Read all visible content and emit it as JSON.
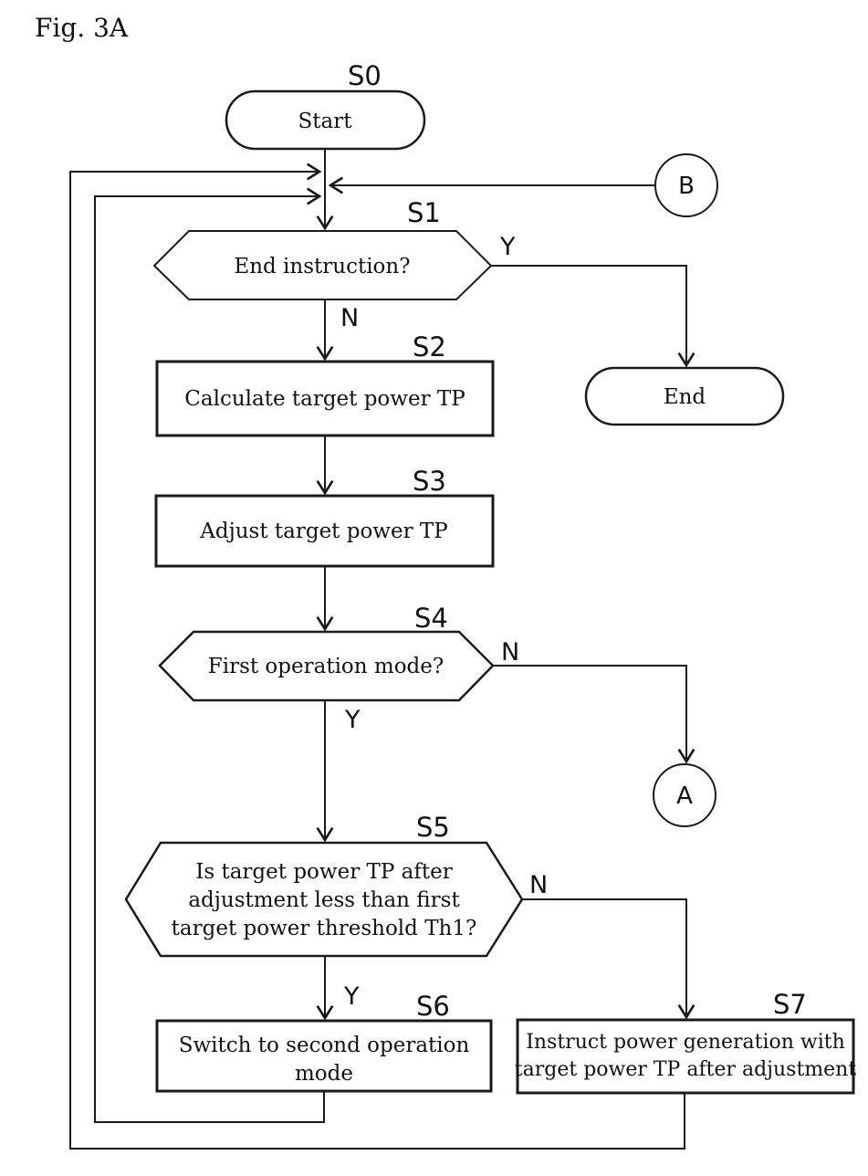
{
  "figure": {
    "label": "Fig. 3A"
  },
  "colors": {
    "line": "#1a1a1a",
    "text": "#111111",
    "background": "#ffffff"
  },
  "nodes": {
    "start": {
      "step": "S0",
      "label": "Start",
      "type": "terminal"
    },
    "s1": {
      "step": "S1",
      "label": "End instruction?",
      "type": "decision",
      "yes": "Y",
      "no": "N"
    },
    "end": {
      "label": "End",
      "type": "terminal"
    },
    "s2": {
      "step": "S2",
      "label": "Calculate target power TP",
      "type": "process"
    },
    "s3": {
      "step": "S3",
      "label": "Adjust target power TP",
      "type": "process"
    },
    "s4": {
      "step": "S4",
      "label": "First operation mode?",
      "type": "decision",
      "yes": "Y",
      "no": "N"
    },
    "s5": {
      "step": "S5",
      "line1": "Is target power TP after",
      "line2": "adjustment less than first",
      "line3": "target power threshold Th1?",
      "type": "decision",
      "yes": "Y",
      "no": "N"
    },
    "s6": {
      "step": "S6",
      "line1": "Switch to second operation",
      "line2": "mode",
      "type": "process"
    },
    "s7": {
      "step": "S7",
      "line1": "Instruct power generation with",
      "line2": "target power TP after adjustment",
      "type": "process"
    },
    "connector_a": {
      "label": "A",
      "type": "off-page-connector"
    },
    "connector_b": {
      "label": "B",
      "type": "off-page-connector"
    }
  }
}
